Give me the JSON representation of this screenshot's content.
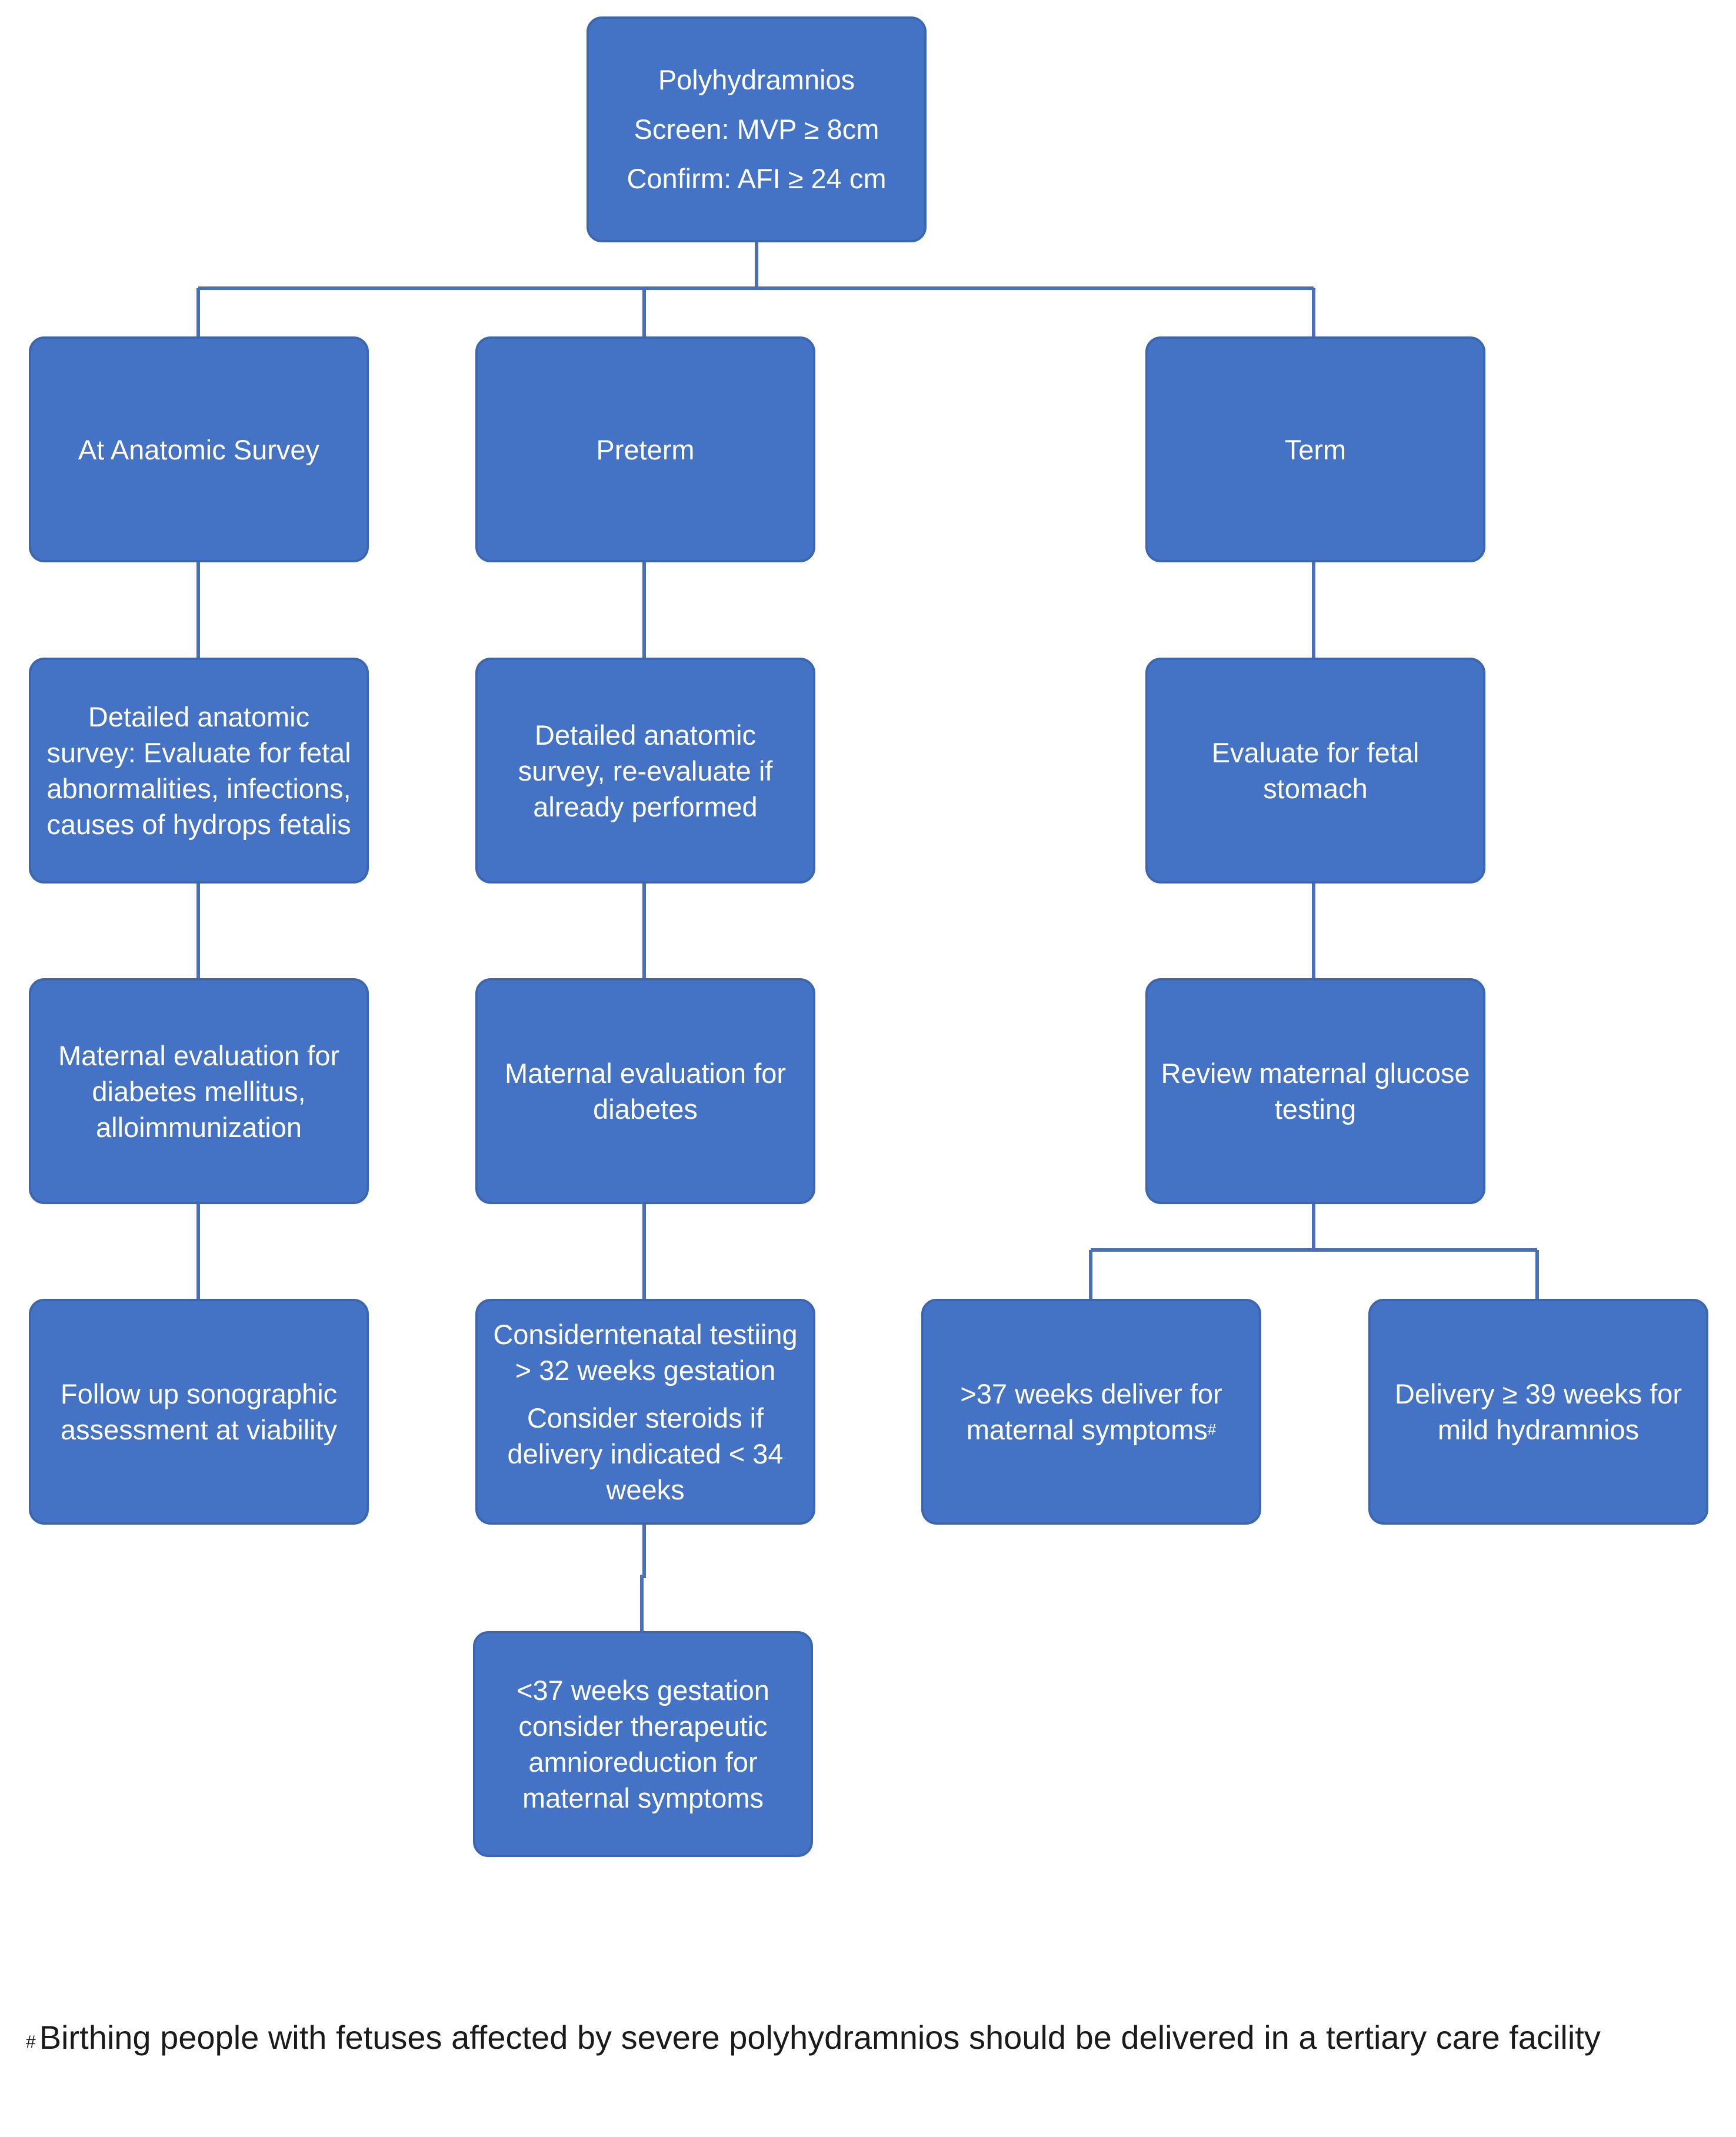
{
  "nodes": {
    "root": {
      "lines": [
        "Polyhydramnios",
        "Screen: MVP ≥ 8cm",
        "Confirm: AFI ≥ 24 cm"
      ]
    },
    "anatomic": {
      "title": "At Anatomic Survey",
      "step1": "Detailed anatomic survey: Evaluate for fetal abnormalities, infections, causes of hydrops fetalis",
      "step2": "Maternal evaluation for diabetes mellitus, alloimmunization",
      "step3": "Follow up sonographic assessment at viability"
    },
    "preterm": {
      "title": "Preterm",
      "step1": "Detailed anatomic survey, re-evaluate if already performed",
      "step2": "Maternal evaluation for diabetes",
      "step3a": "Considerntenatal testiing > 32 weeks gestation",
      "step3b": "Consider steroids if delivery indicated < 34 weeks",
      "step4": "<37 weeks gestation consider therapeutic amnioreduction for maternal symptoms"
    },
    "term": {
      "title": "Term",
      "step1": "Evaluate for fetal stomach",
      "step2": "Review maternal glucose testing",
      "branch_left": ">37 weeks deliver for maternal symptoms",
      "branch_left_mark": "#",
      "branch_right": "Delivery ≥ 39 weeks for mild hydramnios"
    }
  },
  "footnote": {
    "mark": "#",
    "text": "Birthing people with fetuses affected by severe polyhydramnios should be delivered in a tertiary care facility"
  },
  "colors": {
    "node_fill": "#4472c4",
    "node_border": "#3c66b0",
    "connector": "#4a6fb5",
    "text": "#ffffff"
  }
}
